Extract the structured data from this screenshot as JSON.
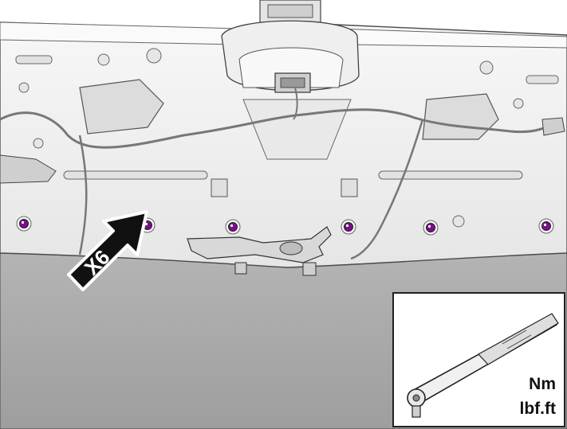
{
  "diagram": {
    "callout_label": "X6",
    "torque_units": {
      "primary": "Nm",
      "secondary": "lbf.ft"
    },
    "fastener_count": 6,
    "fastener_color": "#7a0f8a",
    "panel_color": "#f2f2f2",
    "lower_panel_color": "#ababab",
    "outline_color": "#4a4a4a",
    "icons": {
      "fastener": "bolt-icon",
      "tool": "torque-wrench-icon",
      "callout": "arrow-icon"
    }
  }
}
